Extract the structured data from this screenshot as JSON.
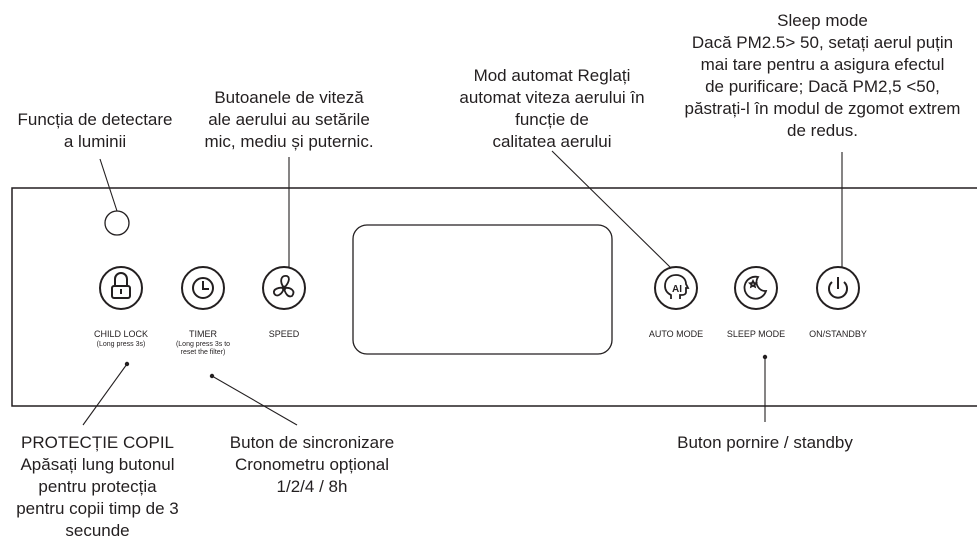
{
  "callouts": {
    "light_detection": "Funcția de detectare\na luminii",
    "speed_info": "Butoanele de viteză\nale aerului au setările\nmic, mediu și puternic.",
    "auto_info": "Mod automat Reglați\nautomat viteza aerului în\nfuncție de\ncalitatea aerului",
    "sleep_info": "Sleep mode\nDacă PM2.5> 50, setați aerul puțin\nmai tare pentru a asigura efectul\nde purificare;   Dacă PM2,5 <50,\npăstrați-l în modul de zgomot extrem\nde redus.",
    "child_lock_info": "PROTECȚIE COPIL\nApăsați lung butonul\npentru protecția\npentru copii timp de 3\nsecunde",
    "timer_info": "Buton de sincronizare\nCronometru opțional\n1/2/4 / 8h",
    "power_info": "Buton pornire / standby"
  },
  "buttons": {
    "child_lock": {
      "label": "CHILD LOCK",
      "sub": "(Long press 3s)",
      "icon": "lock-icon"
    },
    "timer": {
      "label": "TIMER",
      "sub": "(Long press 3s to\nreset the filter)",
      "icon": "clock-icon"
    },
    "speed": {
      "label": "SPEED",
      "icon": "fan-icon"
    },
    "auto_mode": {
      "label": "AUTO MODE",
      "icon": "ai-head-icon"
    },
    "sleep_mode": {
      "label": "SLEEP MODE",
      "icon": "moon-star-icon"
    },
    "on_standby": {
      "label": "ON/STANDBY",
      "icon": "power-icon"
    }
  }
}
